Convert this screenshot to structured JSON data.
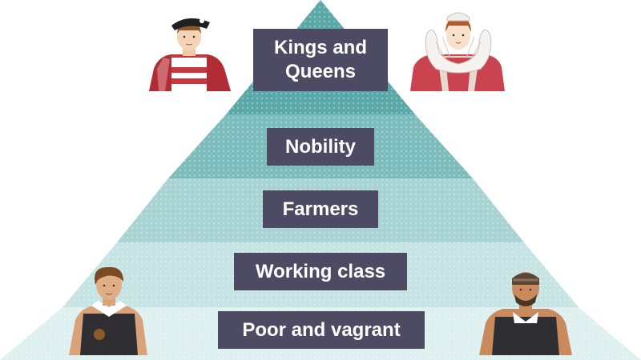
{
  "tiers": [
    {
      "label": "Kings and Queens"
    },
    {
      "label": "Nobility"
    },
    {
      "label": "Farmers"
    },
    {
      "label": "Working class"
    },
    {
      "label": "Poor and vagrant"
    }
  ],
  "figures": [
    {
      "name": "king-figure-icon"
    },
    {
      "name": "queen-figure-icon"
    },
    {
      "name": "poor-man-figure-icon"
    },
    {
      "name": "vagrant-figure-icon"
    }
  ],
  "colors": {
    "label_bg": "#4d4a63",
    "label_text": "#ffffff",
    "tier_1": "#5aa9a8",
    "tier_2": "#7dbcbc",
    "tier_3": "#a7d3d2",
    "tier_4": "#c7e4e4",
    "tier_5": "#dff0f0"
  }
}
